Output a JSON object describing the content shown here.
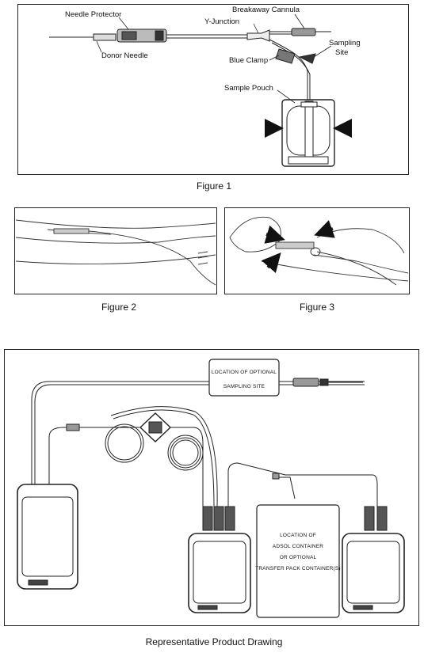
{
  "figure1": {
    "caption": "Figure 1",
    "labels": {
      "needle_protector": "Needle Protector",
      "donor_needle": "Donor Needle",
      "breakaway_cannula": "Breakaway Cannula",
      "y_junction": "Y-Junction",
      "sampling_site_line1": "Sampling",
      "sampling_site_line2": "Site",
      "blue_clamp": "Blue Clamp",
      "sample_pouch": "Sample Pouch"
    }
  },
  "figure2": {
    "caption": "Figure 2"
  },
  "figure3": {
    "caption": "Figure 3"
  },
  "product_drawing": {
    "caption": "Representative Product Drawing",
    "optional_site_line1": "LOCATION OF OPTIONAL",
    "optional_site_line2": "SAMPLING SITE",
    "container_line1": "LOCATION OF",
    "container_line2": "ADSOL CONTAINER",
    "container_line3": "OR OPTIONAL",
    "container_line4": "TRANSFER PACK CONTAINER(S)"
  }
}
